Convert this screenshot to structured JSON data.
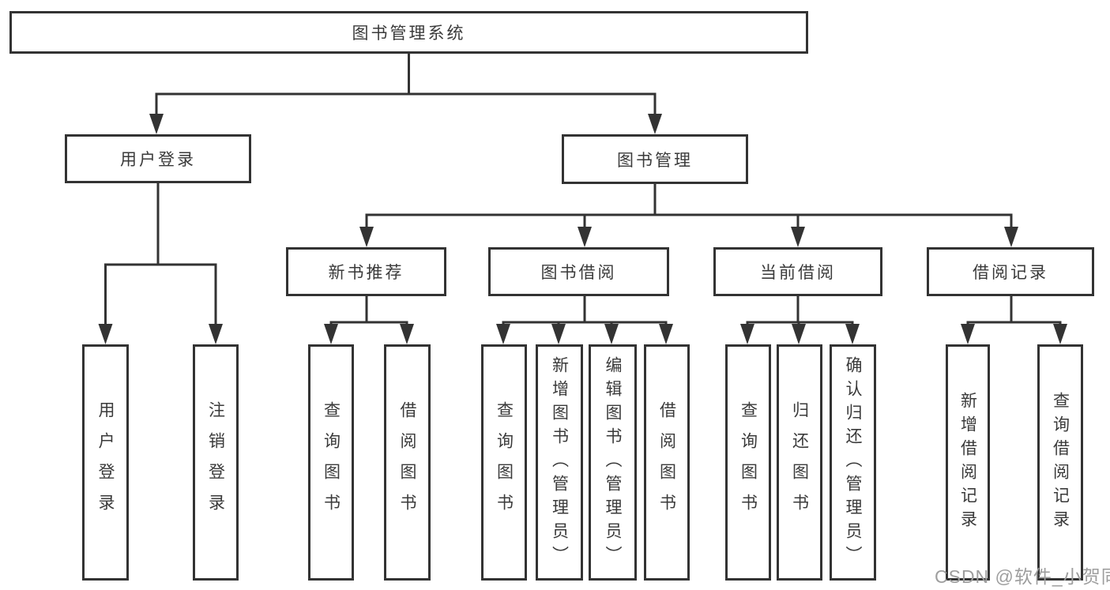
{
  "diagram": {
    "title": "图书管理系统",
    "type": "function-decomposition-tree",
    "colors": {
      "line": "#333333",
      "border": "#333333",
      "text": "#3a3a3a",
      "background": "#ffffff",
      "watermark": "#9e9e9e"
    },
    "watermark": "CSDN @软件_小贺同学",
    "nodes": {
      "root": {
        "label": "图书管理系统"
      },
      "user_login": {
        "label": "用户登录"
      },
      "book_mgmt": {
        "label": "图书管理"
      },
      "new_book": {
        "label": "新书推荐"
      },
      "book_borrow": {
        "label": "图书借阅"
      },
      "current_borrow": {
        "label": "当前借阅"
      },
      "borrow_record": {
        "label": "借阅记录"
      },
      "leaf_user_login": {
        "label": "用户登录"
      },
      "leaf_logout": {
        "label": "注销登录"
      },
      "leaf_nb_query": {
        "label": "查询图书"
      },
      "leaf_nb_borrow": {
        "label": "借阅图书"
      },
      "leaf_bb_query": {
        "label": "查询图书"
      },
      "leaf_bb_add": {
        "label": "新增图书（管理员）"
      },
      "leaf_bb_edit": {
        "label": "编辑图书（管理员）"
      },
      "leaf_bb_borrow": {
        "label": "借阅图书"
      },
      "leaf_cb_query": {
        "label": "查询图书"
      },
      "leaf_cb_return": {
        "label": "归还图书"
      },
      "leaf_cb_confirm": {
        "label": "确认归还（管理员）"
      },
      "leaf_br_add": {
        "label": "新增借阅记录"
      },
      "leaf_br_query": {
        "label": "查询借阅记录"
      }
    },
    "structure": {
      "图书管理系统": {
        "用户登录": [
          "用户登录",
          "注销登录"
        ],
        "图书管理": {
          "新书推荐": [
            "查询图书",
            "借阅图书"
          ],
          "图书借阅": [
            "查询图书",
            "新增图书（管理员）",
            "编辑图书（管理员）",
            "借阅图书"
          ],
          "当前借阅": [
            "查询图书",
            "归还图书",
            "确认归还（管理员）"
          ],
          "借阅记录": [
            "新增借阅记录",
            "查询借阅记录"
          ]
        }
      }
    }
  }
}
